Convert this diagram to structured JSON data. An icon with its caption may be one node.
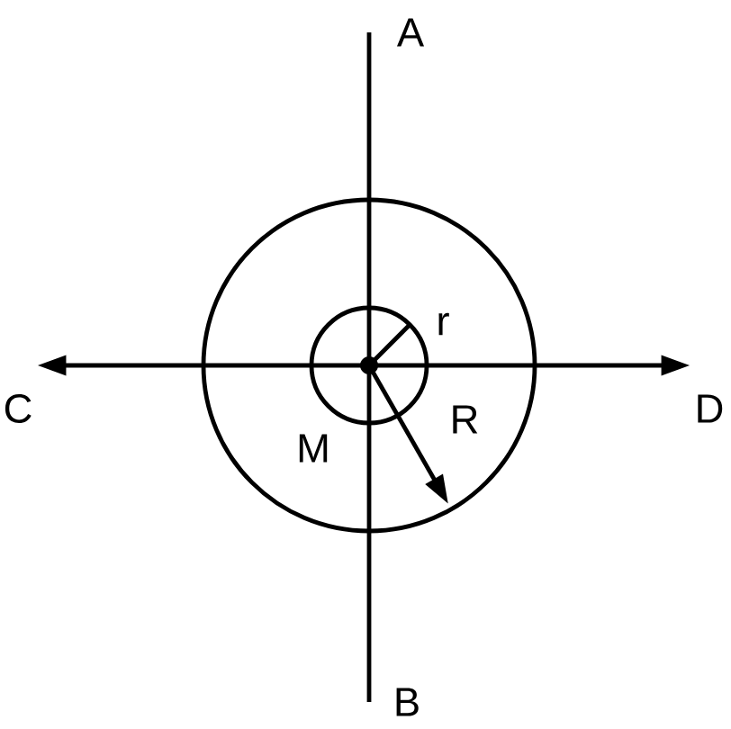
{
  "diagram": {
    "nodes": [
      {
        "text": [
          "A"
        ]
      },
      {
        "text": [
          "B"
        ]
      },
      {
        "text": [
          "C"
        ]
      },
      {
        "text": [
          "D"
        ]
      }
    ],
    "edges": [
      {
        "from": 0,
        "to": 1,
        "arrow": "none"
      },
      {
        "from": 2,
        "to": 3,
        "arrow": "both"
      }
    ],
    "labels": [
      "r",
      "R",
      "M"
    ]
  }
}
